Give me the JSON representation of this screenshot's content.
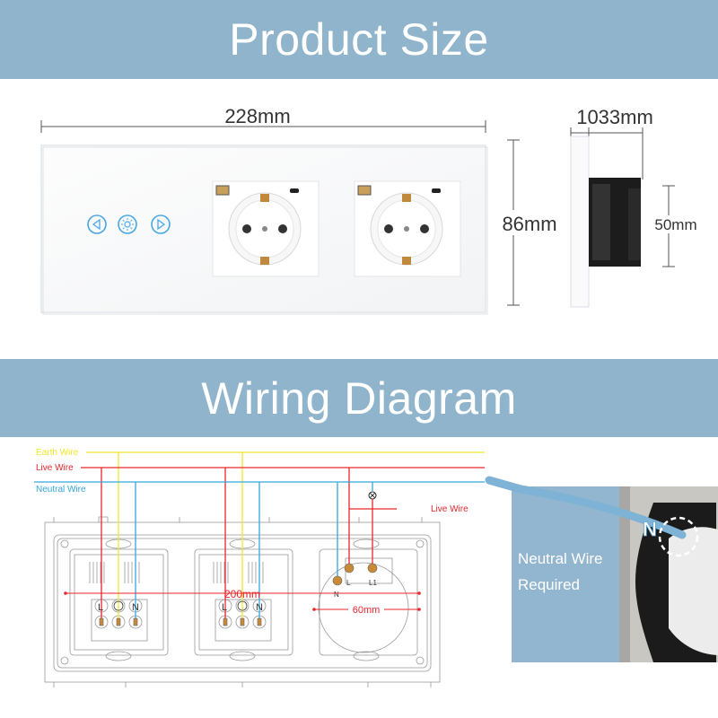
{
  "product_size": {
    "title": "Product Size",
    "width_label": "228mm",
    "depth_label": "1033mm",
    "height_label": "86mm",
    "box_height_label": "50mm"
  },
  "wiring_diagram": {
    "title": "Wiring Diagram",
    "legend": {
      "earth": "Earth Wire",
      "live": "Live Wire",
      "neutral": "Neutral Wire"
    },
    "branch_live_label": "Live Wire",
    "socket_terminals": [
      "L",
      "⏚",
      "N"
    ],
    "switch_terminals": {
      "n": "N",
      "l": "L",
      "l1": "L1"
    },
    "center_distance": "200mm",
    "switch_size": "60mm",
    "callout": {
      "line1": "Neutral Wire",
      "line2": "Required",
      "badge": "N"
    }
  },
  "colors": {
    "band": "#8fb4cc",
    "earth": "#f2e82a",
    "live": "#e8262b",
    "neutral": "#35a6dc"
  }
}
